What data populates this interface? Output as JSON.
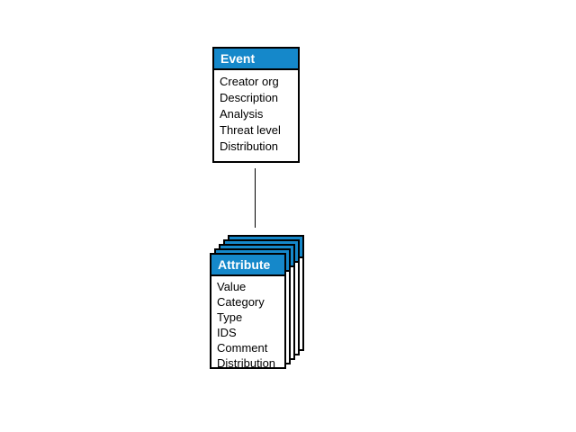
{
  "diagram": {
    "background_color": "#ffffff",
    "accent_color": "#1588ca",
    "border_color": "#000000",
    "event_box": {
      "title": "Event",
      "fields": [
        "Creator org",
        "Description",
        "Analysis",
        "Threat level",
        "Distribution"
      ]
    },
    "attribute_box": {
      "title": "Attribute",
      "stack_count": 5,
      "fields": [
        "Value",
        "Category",
        "Type",
        "IDS",
        "Comment",
        "Distribution"
      ]
    },
    "connector": {
      "type": "straight-line",
      "from": "Event",
      "to": "Attribute"
    }
  }
}
